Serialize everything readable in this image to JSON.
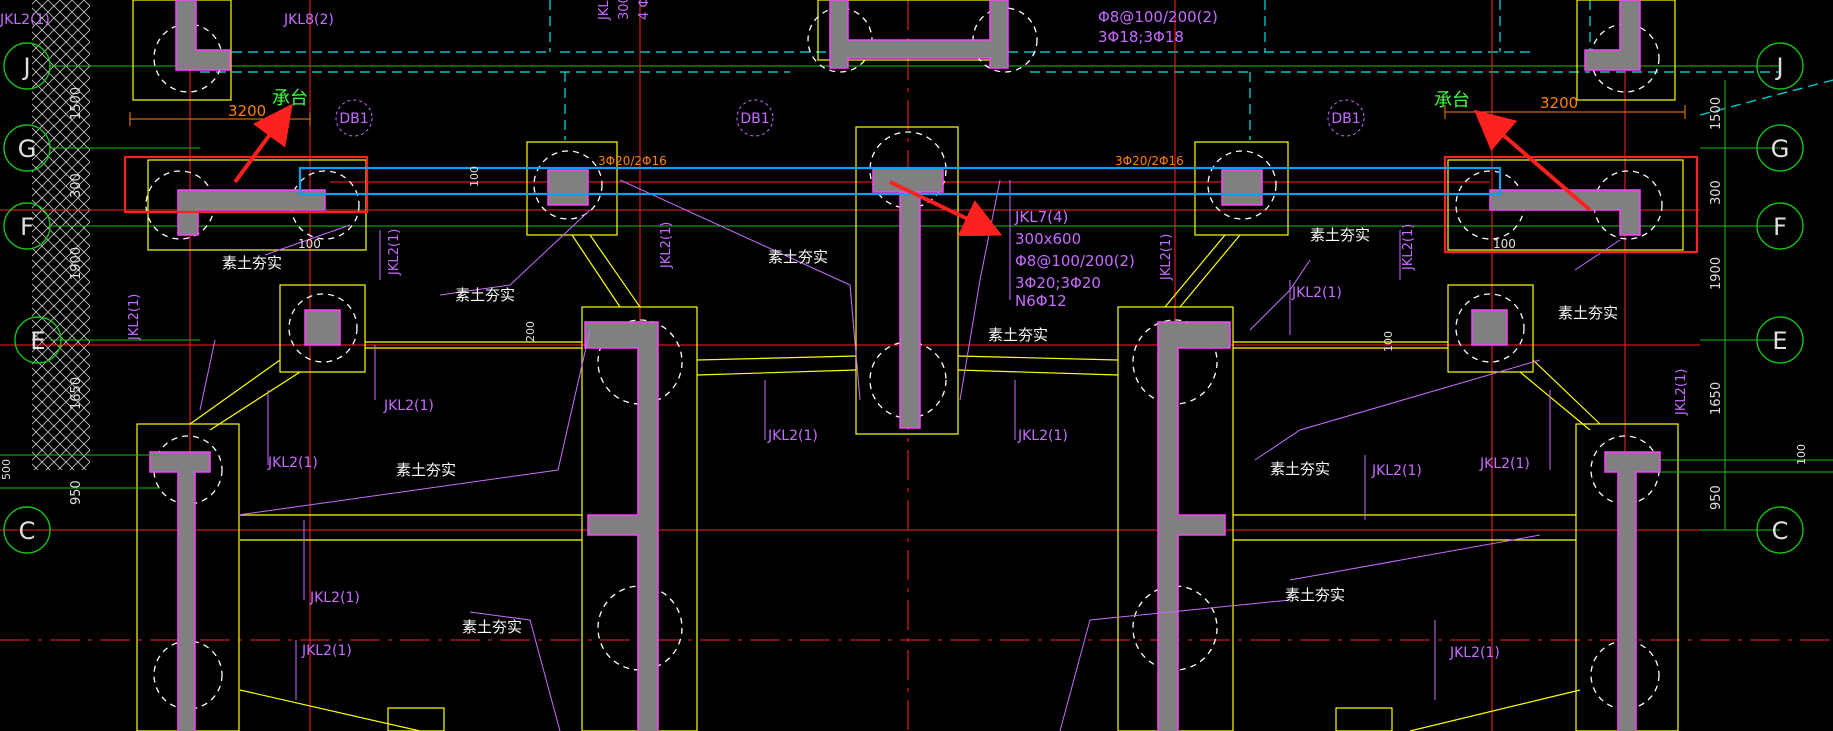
{
  "colors": {
    "background": "#000000",
    "axis": "#ff2020",
    "column_fill": "#808080",
    "column_outline": "#ff40ff",
    "pilecap": "#ffff00",
    "pile": "#ffffff",
    "beam_dash": "#00c8c8",
    "label_purple": "#c86cff",
    "grid_green": "#18c018",
    "highlight_red": "#ff2020",
    "highlight_blue": "#00a0ff",
    "dim_orange": "#ff8000",
    "note_green": "#40ff40"
  },
  "grid_axes": [
    "J",
    "G",
    "F",
    "E",
    "C"
  ],
  "dims_left": [
    "1500",
    "300",
    "1900",
    "1650",
    "950"
  ],
  "dims_right": [
    "1500",
    "300",
    "1900",
    "1650",
    "950"
  ],
  "note_label": "承台",
  "fill_label": "素土夯实",
  "slab_label": "DB1",
  "beam_small": "JKL2(1)",
  "beam_top_left": "JKL8(2)",
  "beam_z4": "JKL7(4)",
  "beam_z4_size": "300x600",
  "beam_z4_stirrup": "Φ8@100/200(2)",
  "beam_z4_bars": "3Φ20;3Φ20",
  "beam_z4_side": "N6Φ12",
  "top_right_stirrup": "Φ8@100/200(2)",
  "top_right_bars": "3Φ18;3Φ18",
  "top_mid_1": "JKL",
  "top_mid_2": "300",
  "top_mid_3": "4 Φ",
  "reinforce_note": "3Φ20/2Φ16",
  "dim_3200": "3200",
  "dim_100": "100",
  "dim_200": "200",
  "dim_500": "500"
}
